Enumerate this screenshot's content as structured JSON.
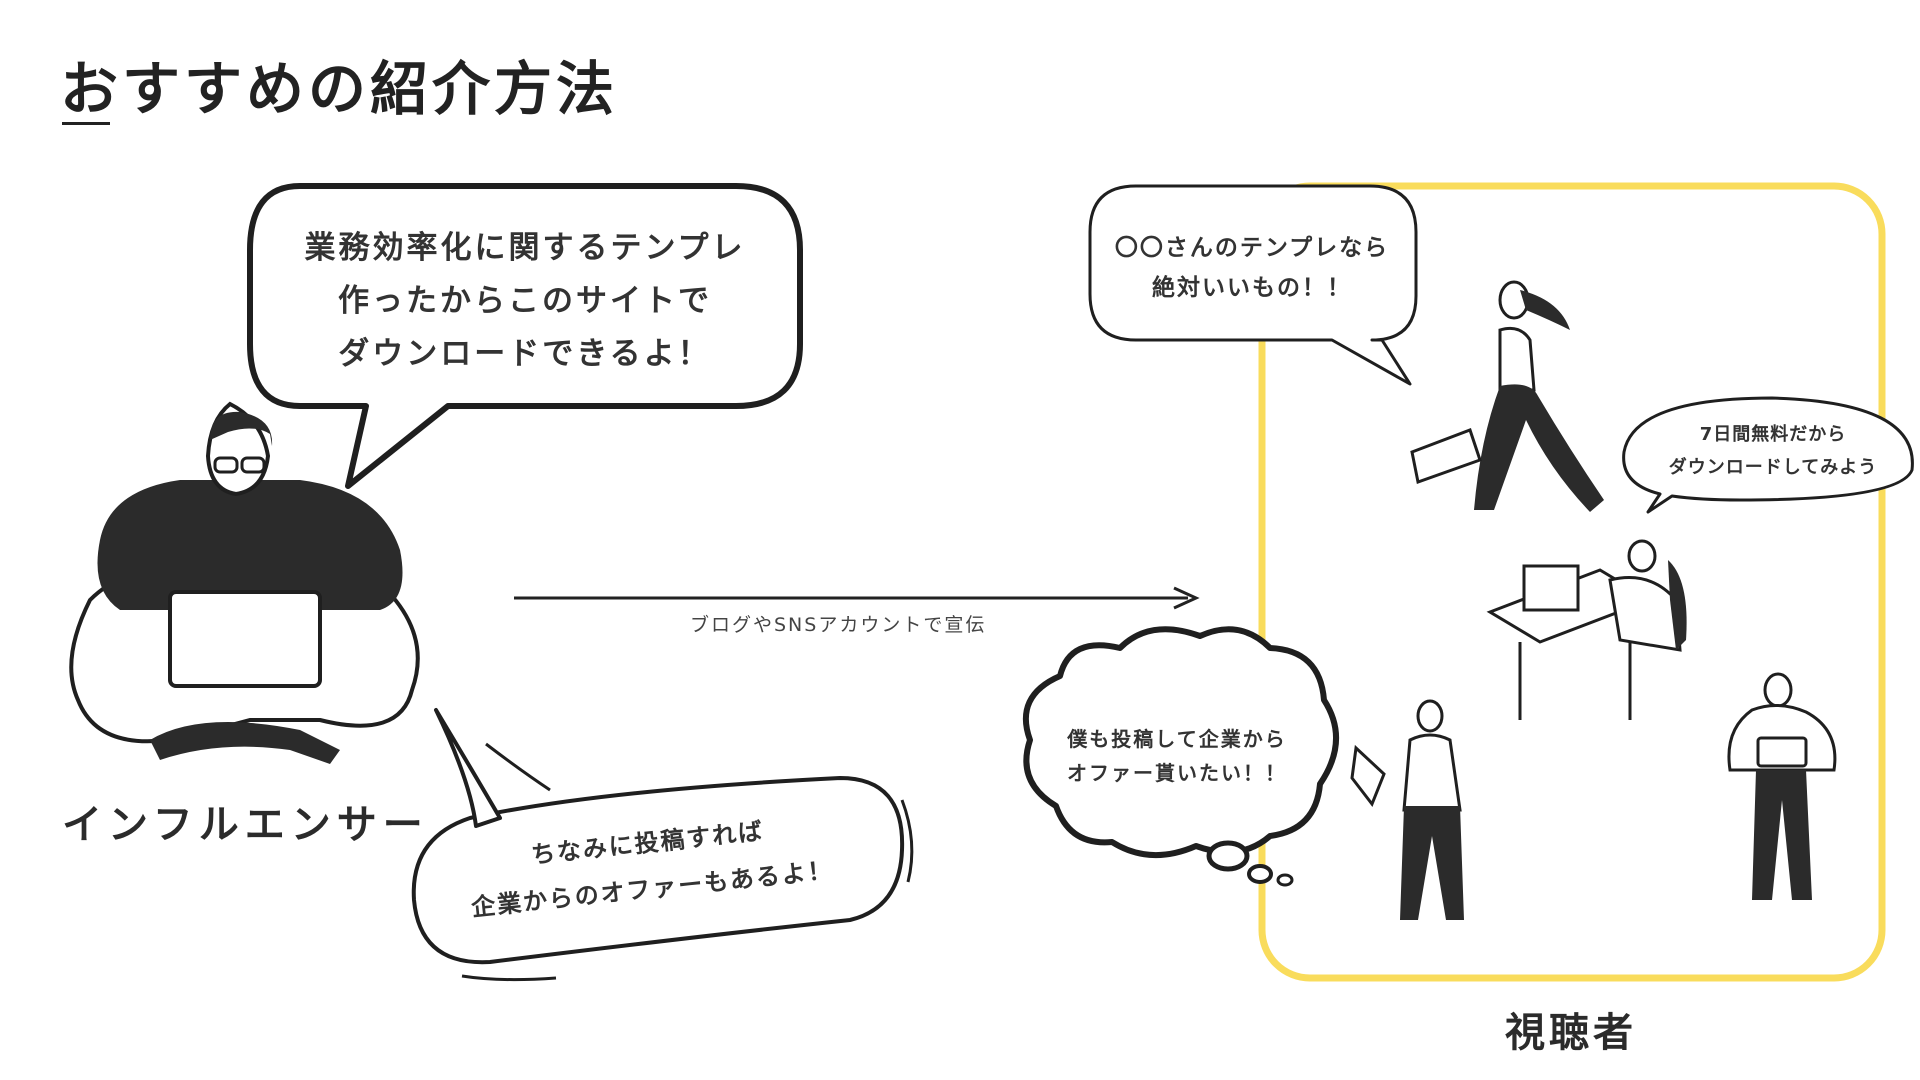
{
  "title": "おすすめの紹介方法",
  "colors": {
    "accent_yellow": "#F9DC5C",
    "ink": "#222222",
    "text": "#333333"
  },
  "influencer": {
    "label": "インフルエンサー",
    "speech": [
      "業務効率化に関するテンプレ",
      "作ったからこのサイトで",
      "ダウンロードできるよ！"
    ],
    "note": [
      "ちなみに投稿すれば",
      "企業からのオファーもあるよ！"
    ]
  },
  "flow": {
    "label": "ブログやSNSアカウントで宣伝"
  },
  "viewers": {
    "label": "視聴者",
    "speech_friend": [
      "〇〇さんのテンプレなら",
      "絶対いいもの！！"
    ],
    "speech_free": [
      "7日間無料だから",
      "ダウンロードしてみよう"
    ],
    "thought": [
      "僕も投稿して企業から",
      "オファー貰いたい！！"
    ]
  }
}
